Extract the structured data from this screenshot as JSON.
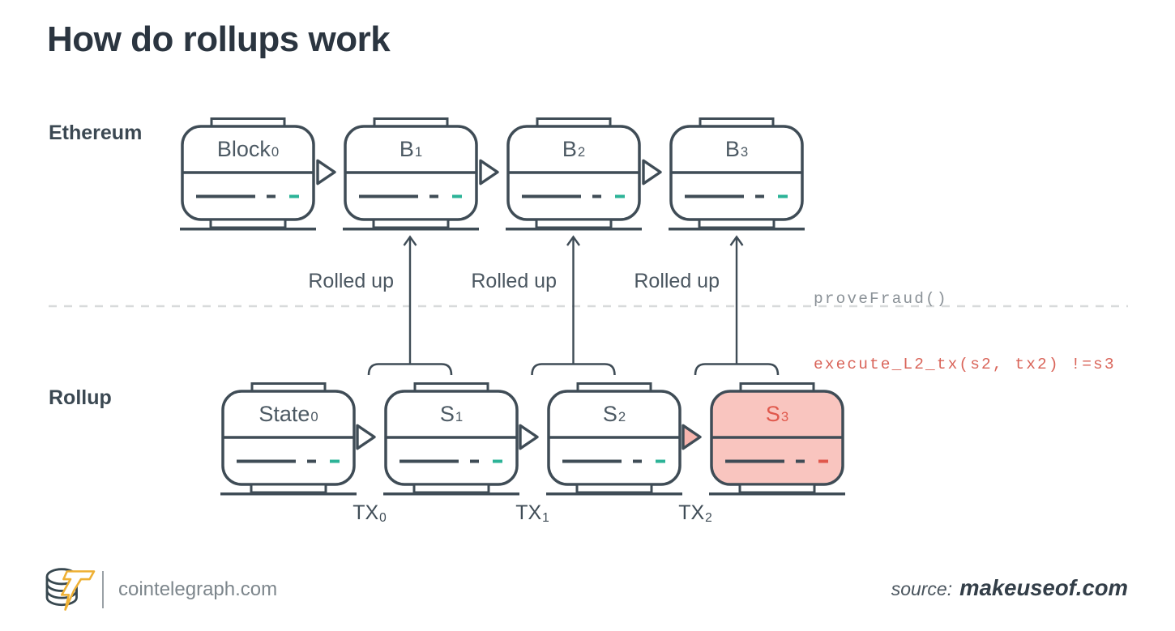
{
  "page": {
    "title": "How do rollups work"
  },
  "colors": {
    "ink": "#3f4c56",
    "title": "#2b3540",
    "teal_dash": "#2cb397",
    "alert_red": "#e0584c",
    "alert_fill": "#f9c5bf",
    "code_gray": "#8a9197",
    "code_red": "#d96459",
    "divider_dash": "#d8dadb",
    "logo_gold": "#eeb034"
  },
  "rows": {
    "ethereum": {
      "label": "Ethereum",
      "blocks": [
        {
          "base": "Block",
          "sub": "0"
        },
        {
          "base": "B",
          "sub": "1"
        },
        {
          "base": "B",
          "sub": "2"
        },
        {
          "base": "B",
          "sub": "3"
        }
      ]
    },
    "rollup": {
      "label": "Rollup",
      "blocks": [
        {
          "base": "State",
          "sub": "0"
        },
        {
          "base": "S",
          "sub": "1"
        },
        {
          "base": "S",
          "sub": "2"
        },
        {
          "base": "S",
          "sub": "3"
        }
      ],
      "tx_labels": [
        {
          "base": "TX",
          "sub": "0"
        },
        {
          "base": "TX",
          "sub": "1"
        },
        {
          "base": "TX",
          "sub": "2"
        }
      ]
    }
  },
  "annotations": {
    "rolled_up_labels": [
      "Rolled up",
      "Rolled up",
      "Rolled up"
    ],
    "code_line1": "proveFraud()",
    "code_line2": "execute_L2_tx(s2, tx2) !=s3"
  },
  "footer": {
    "brand": "cointelegraph.com",
    "source_prefix": "source:",
    "source_name": "makeuseof.com"
  }
}
